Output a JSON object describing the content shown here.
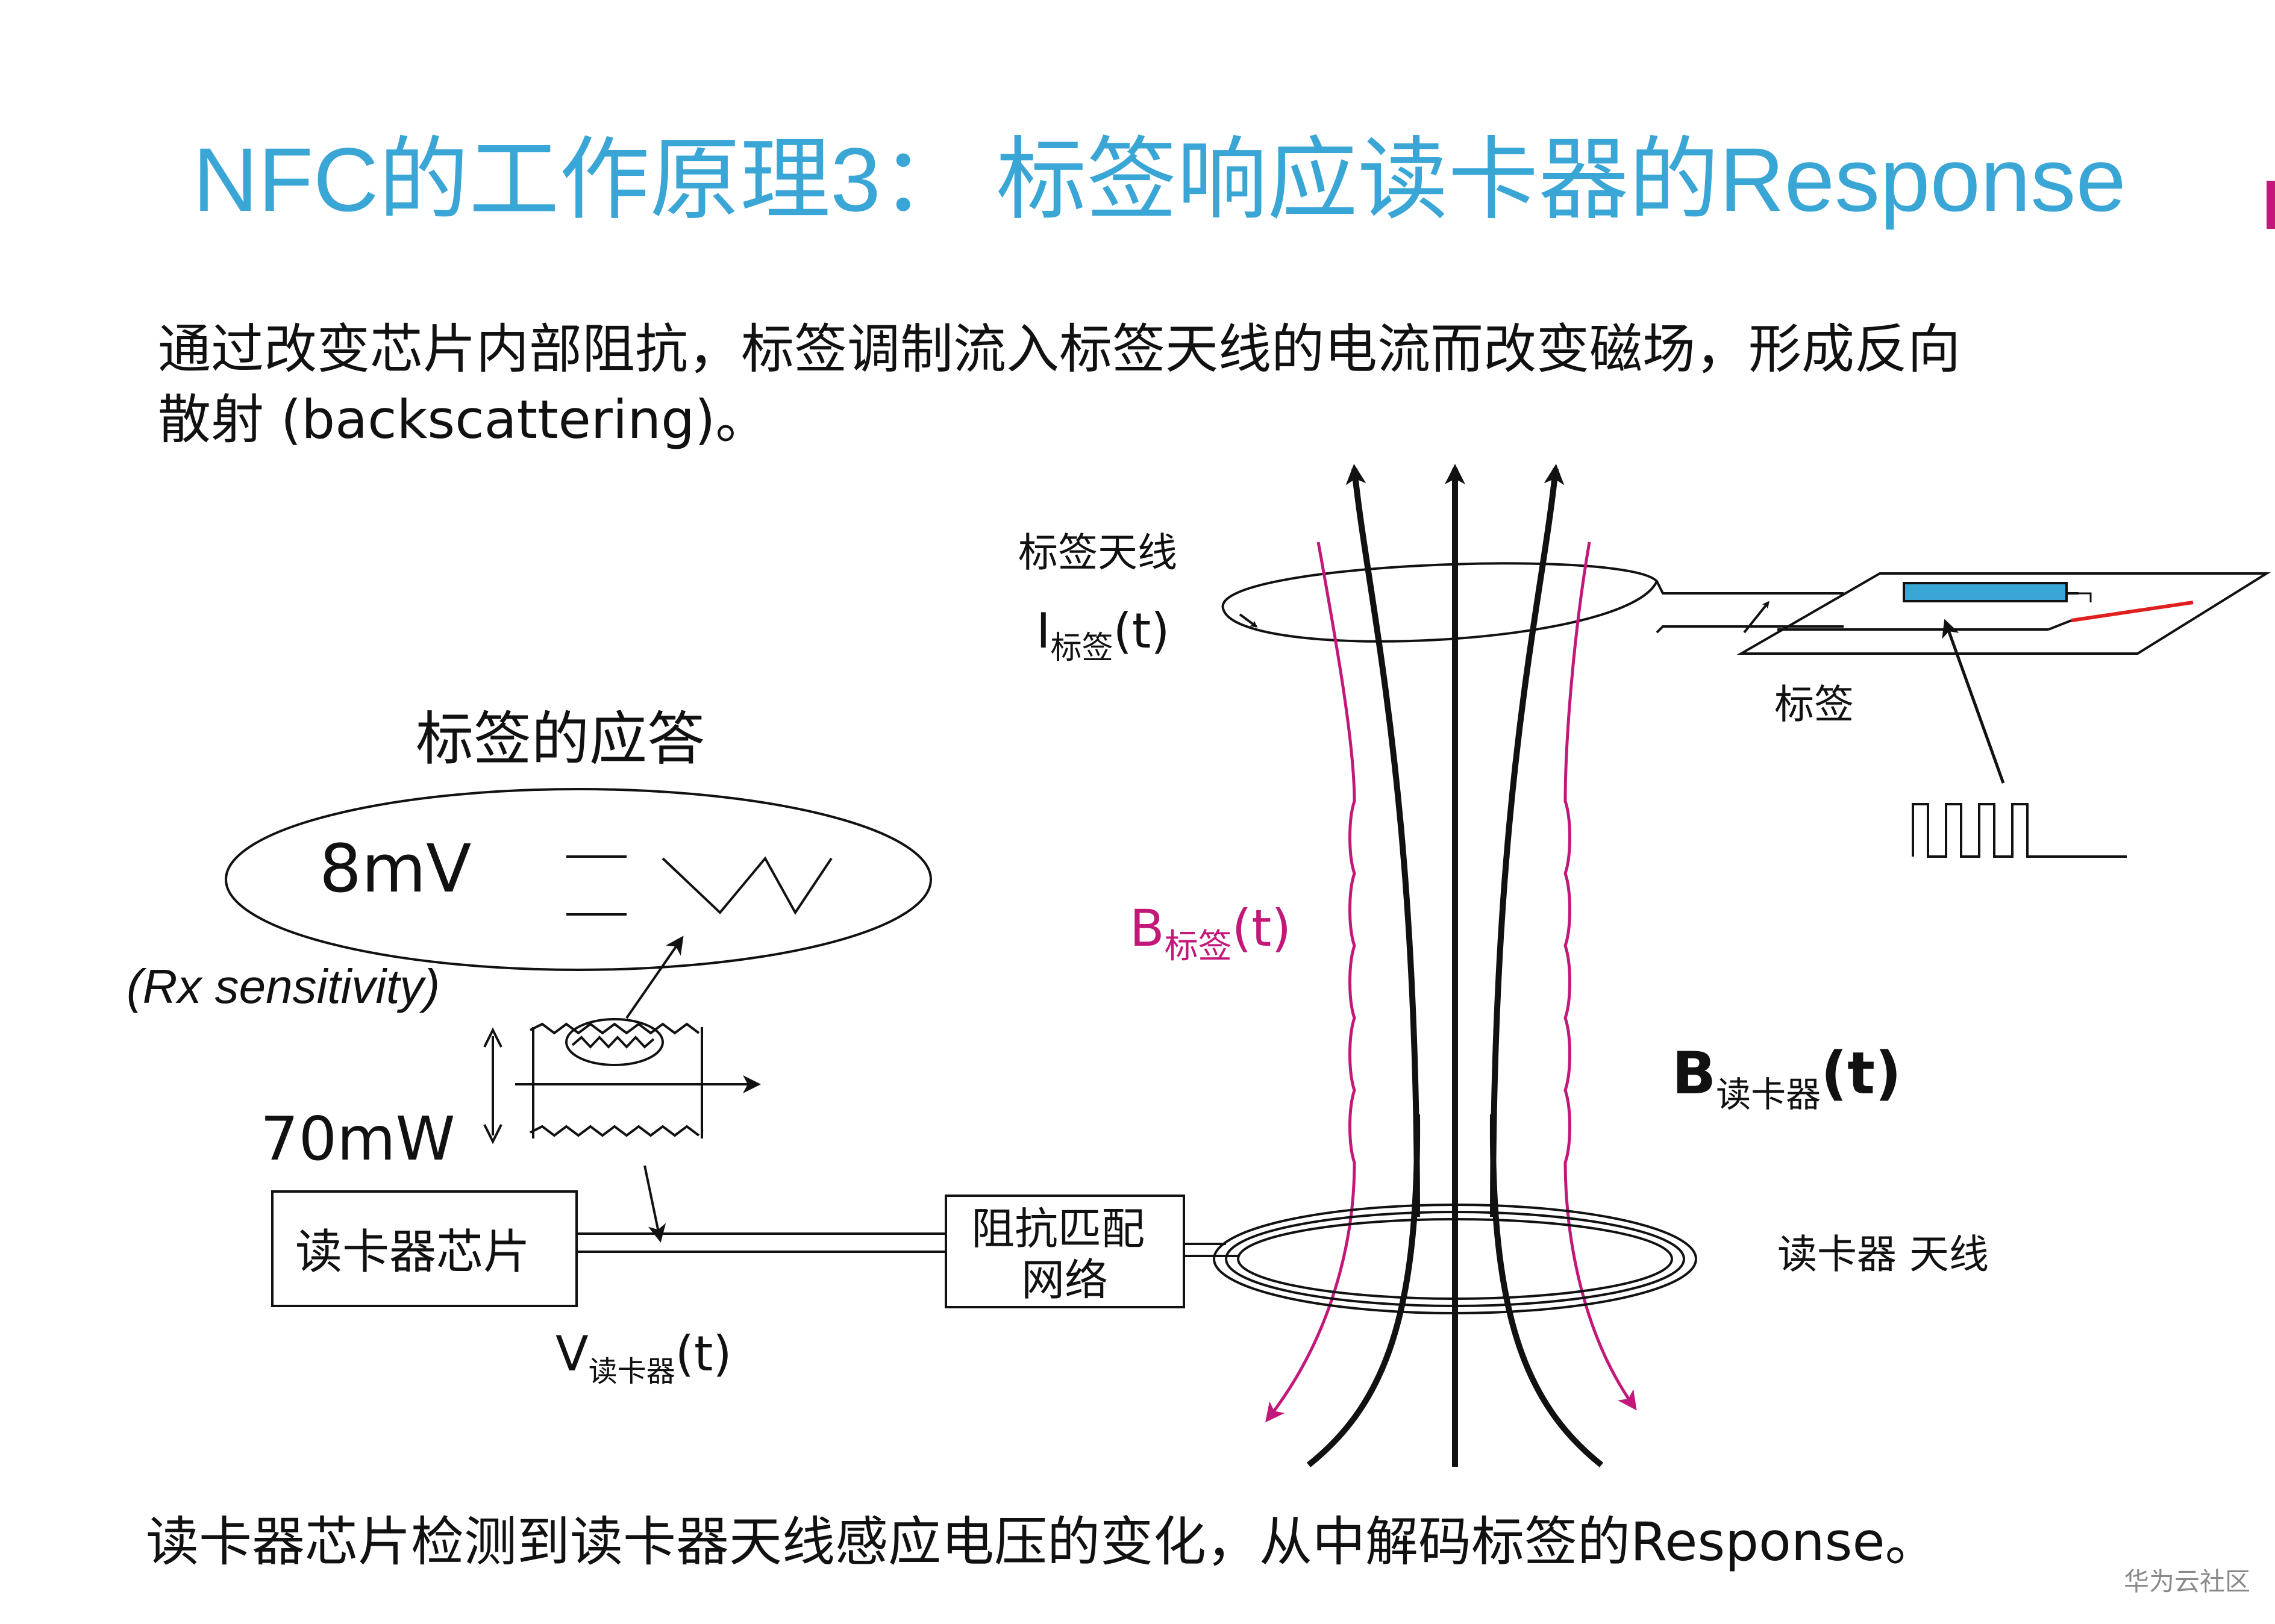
{
  "title": "NFC的工作原理3： 标签响应读卡器的Response",
  "intro": {
    "line1": "通过改变芯片内部阻抗，标签调制流入标签天线的电流而改变磁场，形成反向",
    "line2": "散射 (backscattering)。"
  },
  "labels": {
    "tag_antenna": "标签天线",
    "i_tag_main": "I",
    "i_tag_sub": "标签",
    "i_tag_suffix": "(t)",
    "tag": "标签",
    "tag_response": "标签的应答",
    "voltage": "8mV",
    "rx_sensitivity": "(Rx sensitivity)",
    "power": "70mW",
    "reader_chip": "读卡器芯片",
    "matching_line1": "阻抗匹配",
    "matching_line2": "网络",
    "v_reader_main": "V",
    "v_reader_sub": "读卡器",
    "v_reader_suffix": "(t)",
    "b_tag_main": "B",
    "b_tag_sub": "标签",
    "b_tag_suffix": "(t)",
    "b_reader_main": "B",
    "b_reader_sub": "读卡器",
    "b_reader_suffix": "(t)",
    "reader_antenna": "读卡器 天线"
  },
  "footer": "读卡器芯片检测到读卡器天线感应电压的变化，从中解码标签的Response。",
  "watermark": "华为云社区",
  "colors": {
    "title": "#3aa6d6",
    "magenta": "#c2187a",
    "chip_blue": "#3aa6d6",
    "red_line": "#e02020",
    "text": "#111111"
  }
}
